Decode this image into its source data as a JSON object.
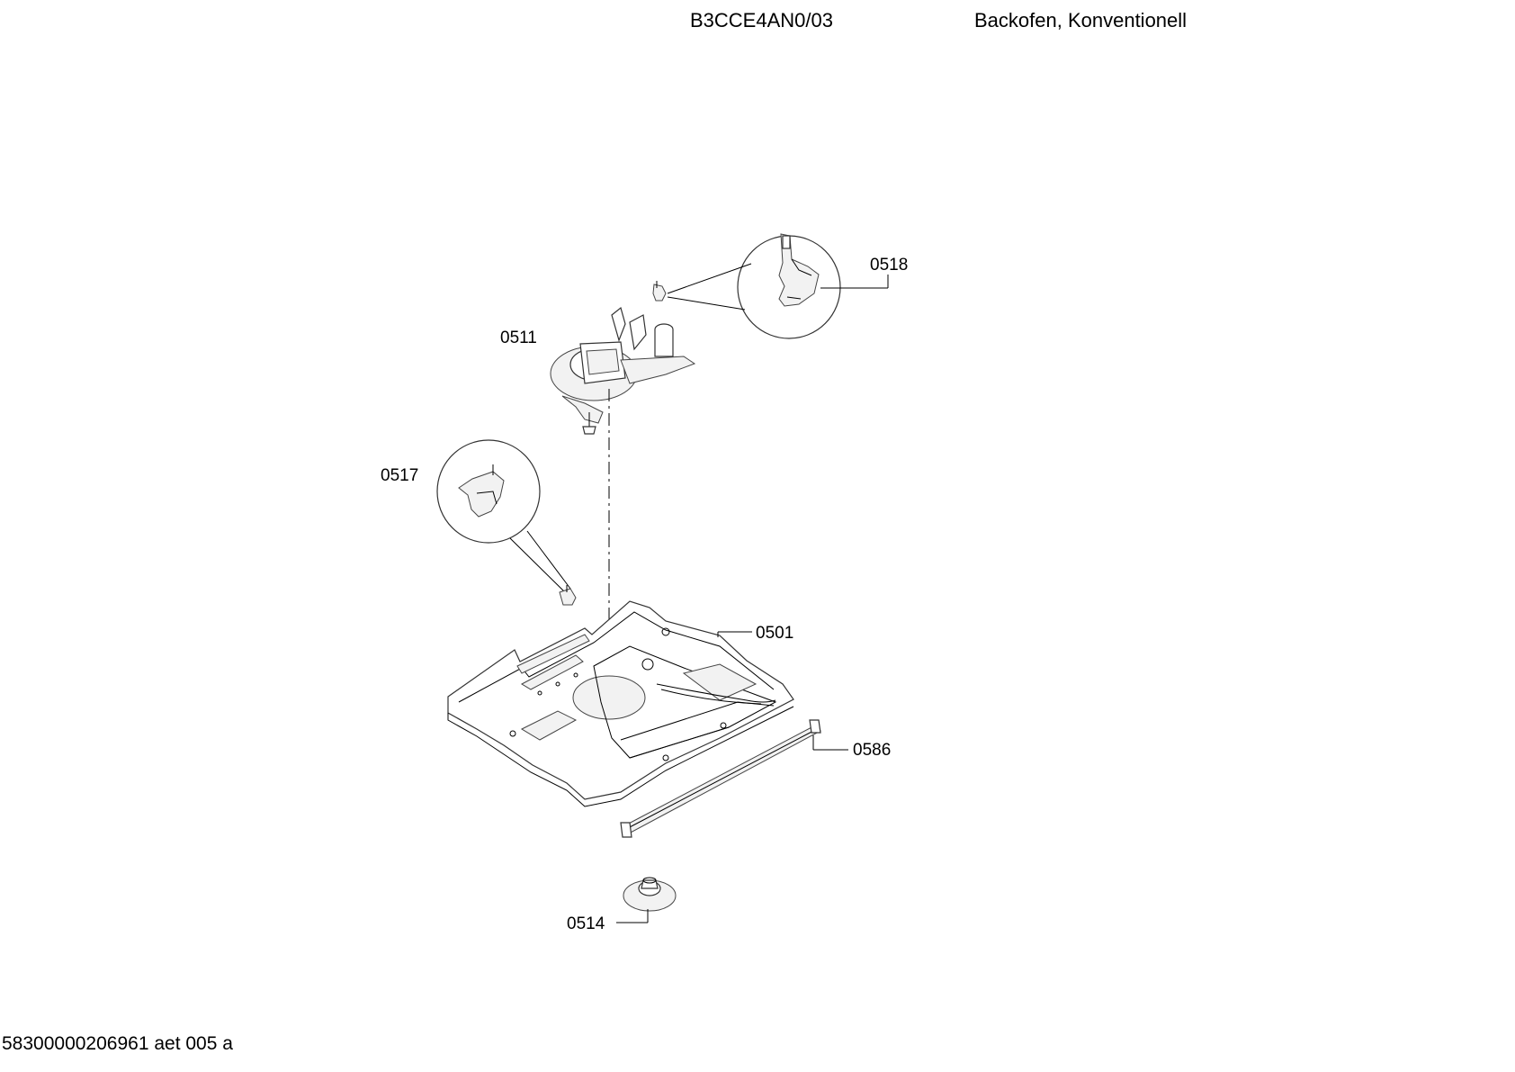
{
  "header": {
    "model": "B3CCE4AN0/03",
    "description": "Backofen, Konventionell"
  },
  "footer": {
    "code": "58300000206961 aet 005 a"
  },
  "parts": [
    {
      "id": "0518"
    },
    {
      "id": "0511"
    },
    {
      "id": "0517"
    },
    {
      "id": "0501"
    },
    {
      "id": "0586"
    },
    {
      "id": "0514"
    }
  ]
}
